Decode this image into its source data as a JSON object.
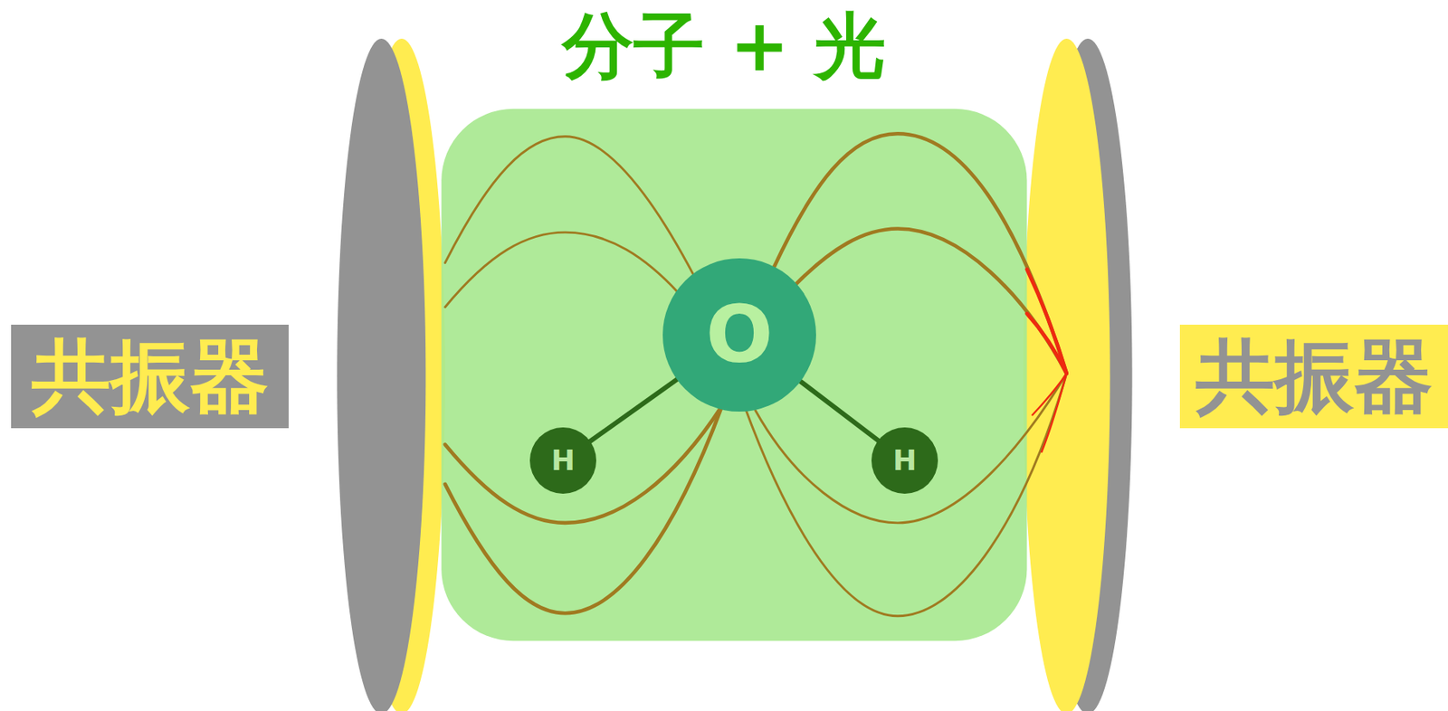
{
  "diagram": {
    "title": "分子 + 光",
    "nodes": [
      {
        "text": [
          "共振器"
        ]
      },
      {
        "text": [
          "O"
        ]
      },
      {
        "text": [
          "H"
        ]
      },
      {
        "text": [
          "H"
        ]
      },
      {
        "text": [
          "共振器"
        ]
      }
    ],
    "edges": [
      {
        "from": 1,
        "to": 2,
        "arrow": "none"
      },
      {
        "from": 1,
        "to": 3,
        "arrow": "none"
      }
    ]
  }
}
